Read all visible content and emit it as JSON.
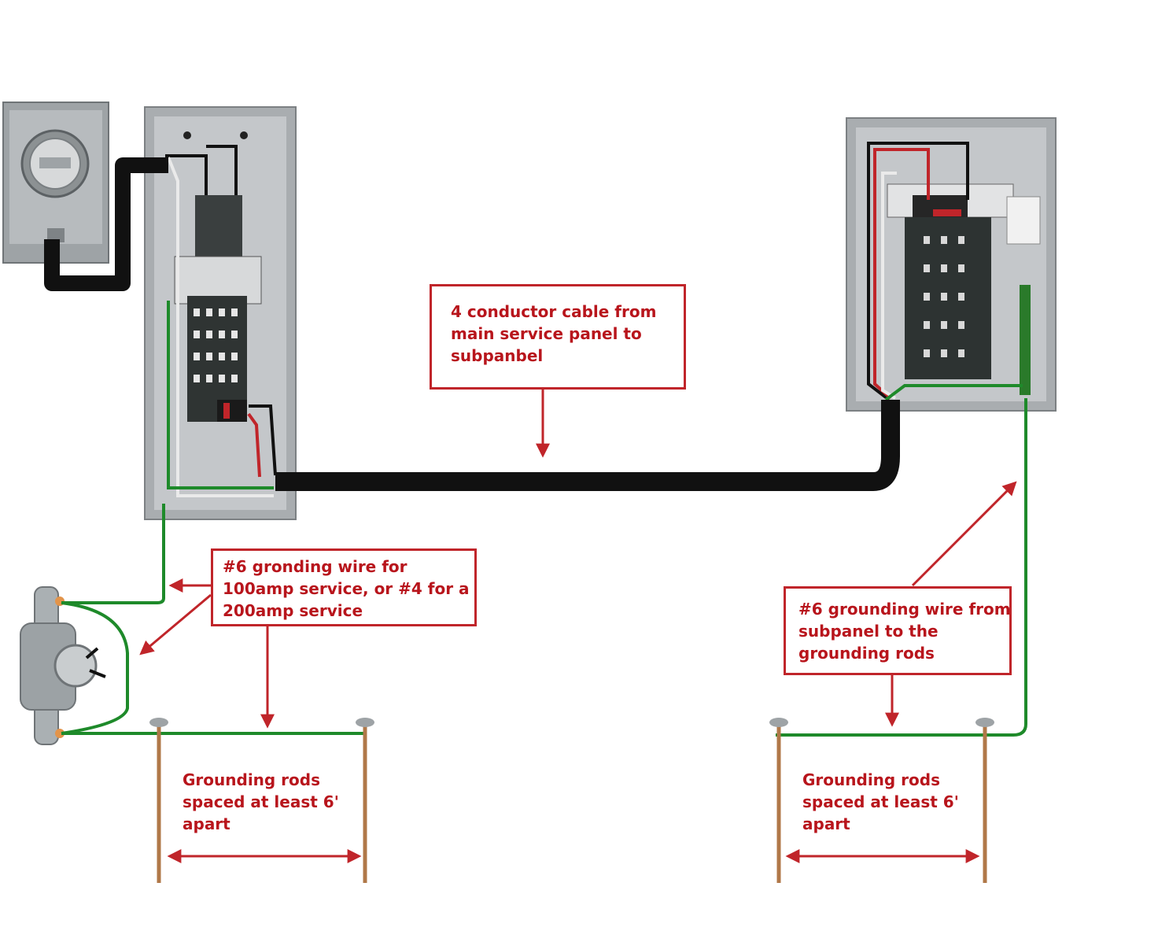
{
  "labels": {
    "cable": [
      "4 conductor cable from",
      "main service panel to",
      "subpanbel"
    ],
    "main_ground": [
      "#6 gronding wire for",
      "100amp service, or #4 for a",
      "200amp service"
    ],
    "sub_ground": [
      "#6 grounding wire from",
      "subpanel to the",
      "grounding rods"
    ],
    "rods_left": [
      "Grounding rods",
      "spaced at least 6'",
      "apart"
    ],
    "rods_right": [
      "Grounding rods",
      "spaced at least 6'",
      "apart"
    ]
  },
  "colors": {
    "annotation_red": "#c0252a",
    "ground_green": "#1e8a2a",
    "cable_black": "#111111",
    "panel_gray": "#b9bcbf",
    "rod_copper": "#b07848"
  }
}
